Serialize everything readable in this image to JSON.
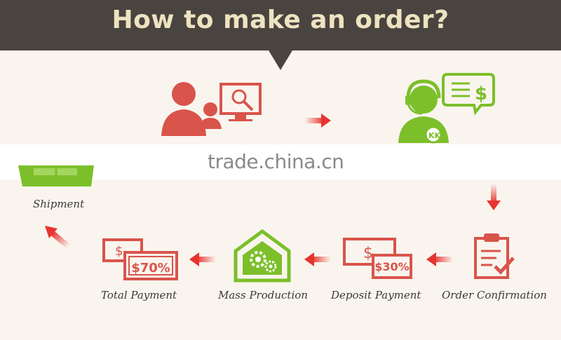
{
  "header": {
    "title": "How to make an order?"
  },
  "watermark": "trade.china.cn",
  "steps": {
    "shipment": "Shipment",
    "total_payment": "Total Payment",
    "mass_production": "Mass Production",
    "deposit_payment": "Deposit Payment",
    "order_confirmation": "Order Confirmation"
  },
  "amounts": {
    "total": "$70%",
    "deposit": "$30%"
  },
  "colors": {
    "header_bg": "#4a4440",
    "title": "#eee3c0",
    "red_icon": "#d9544b",
    "green_icon": "#7cbf2a",
    "arrow": "#e8342f"
  }
}
